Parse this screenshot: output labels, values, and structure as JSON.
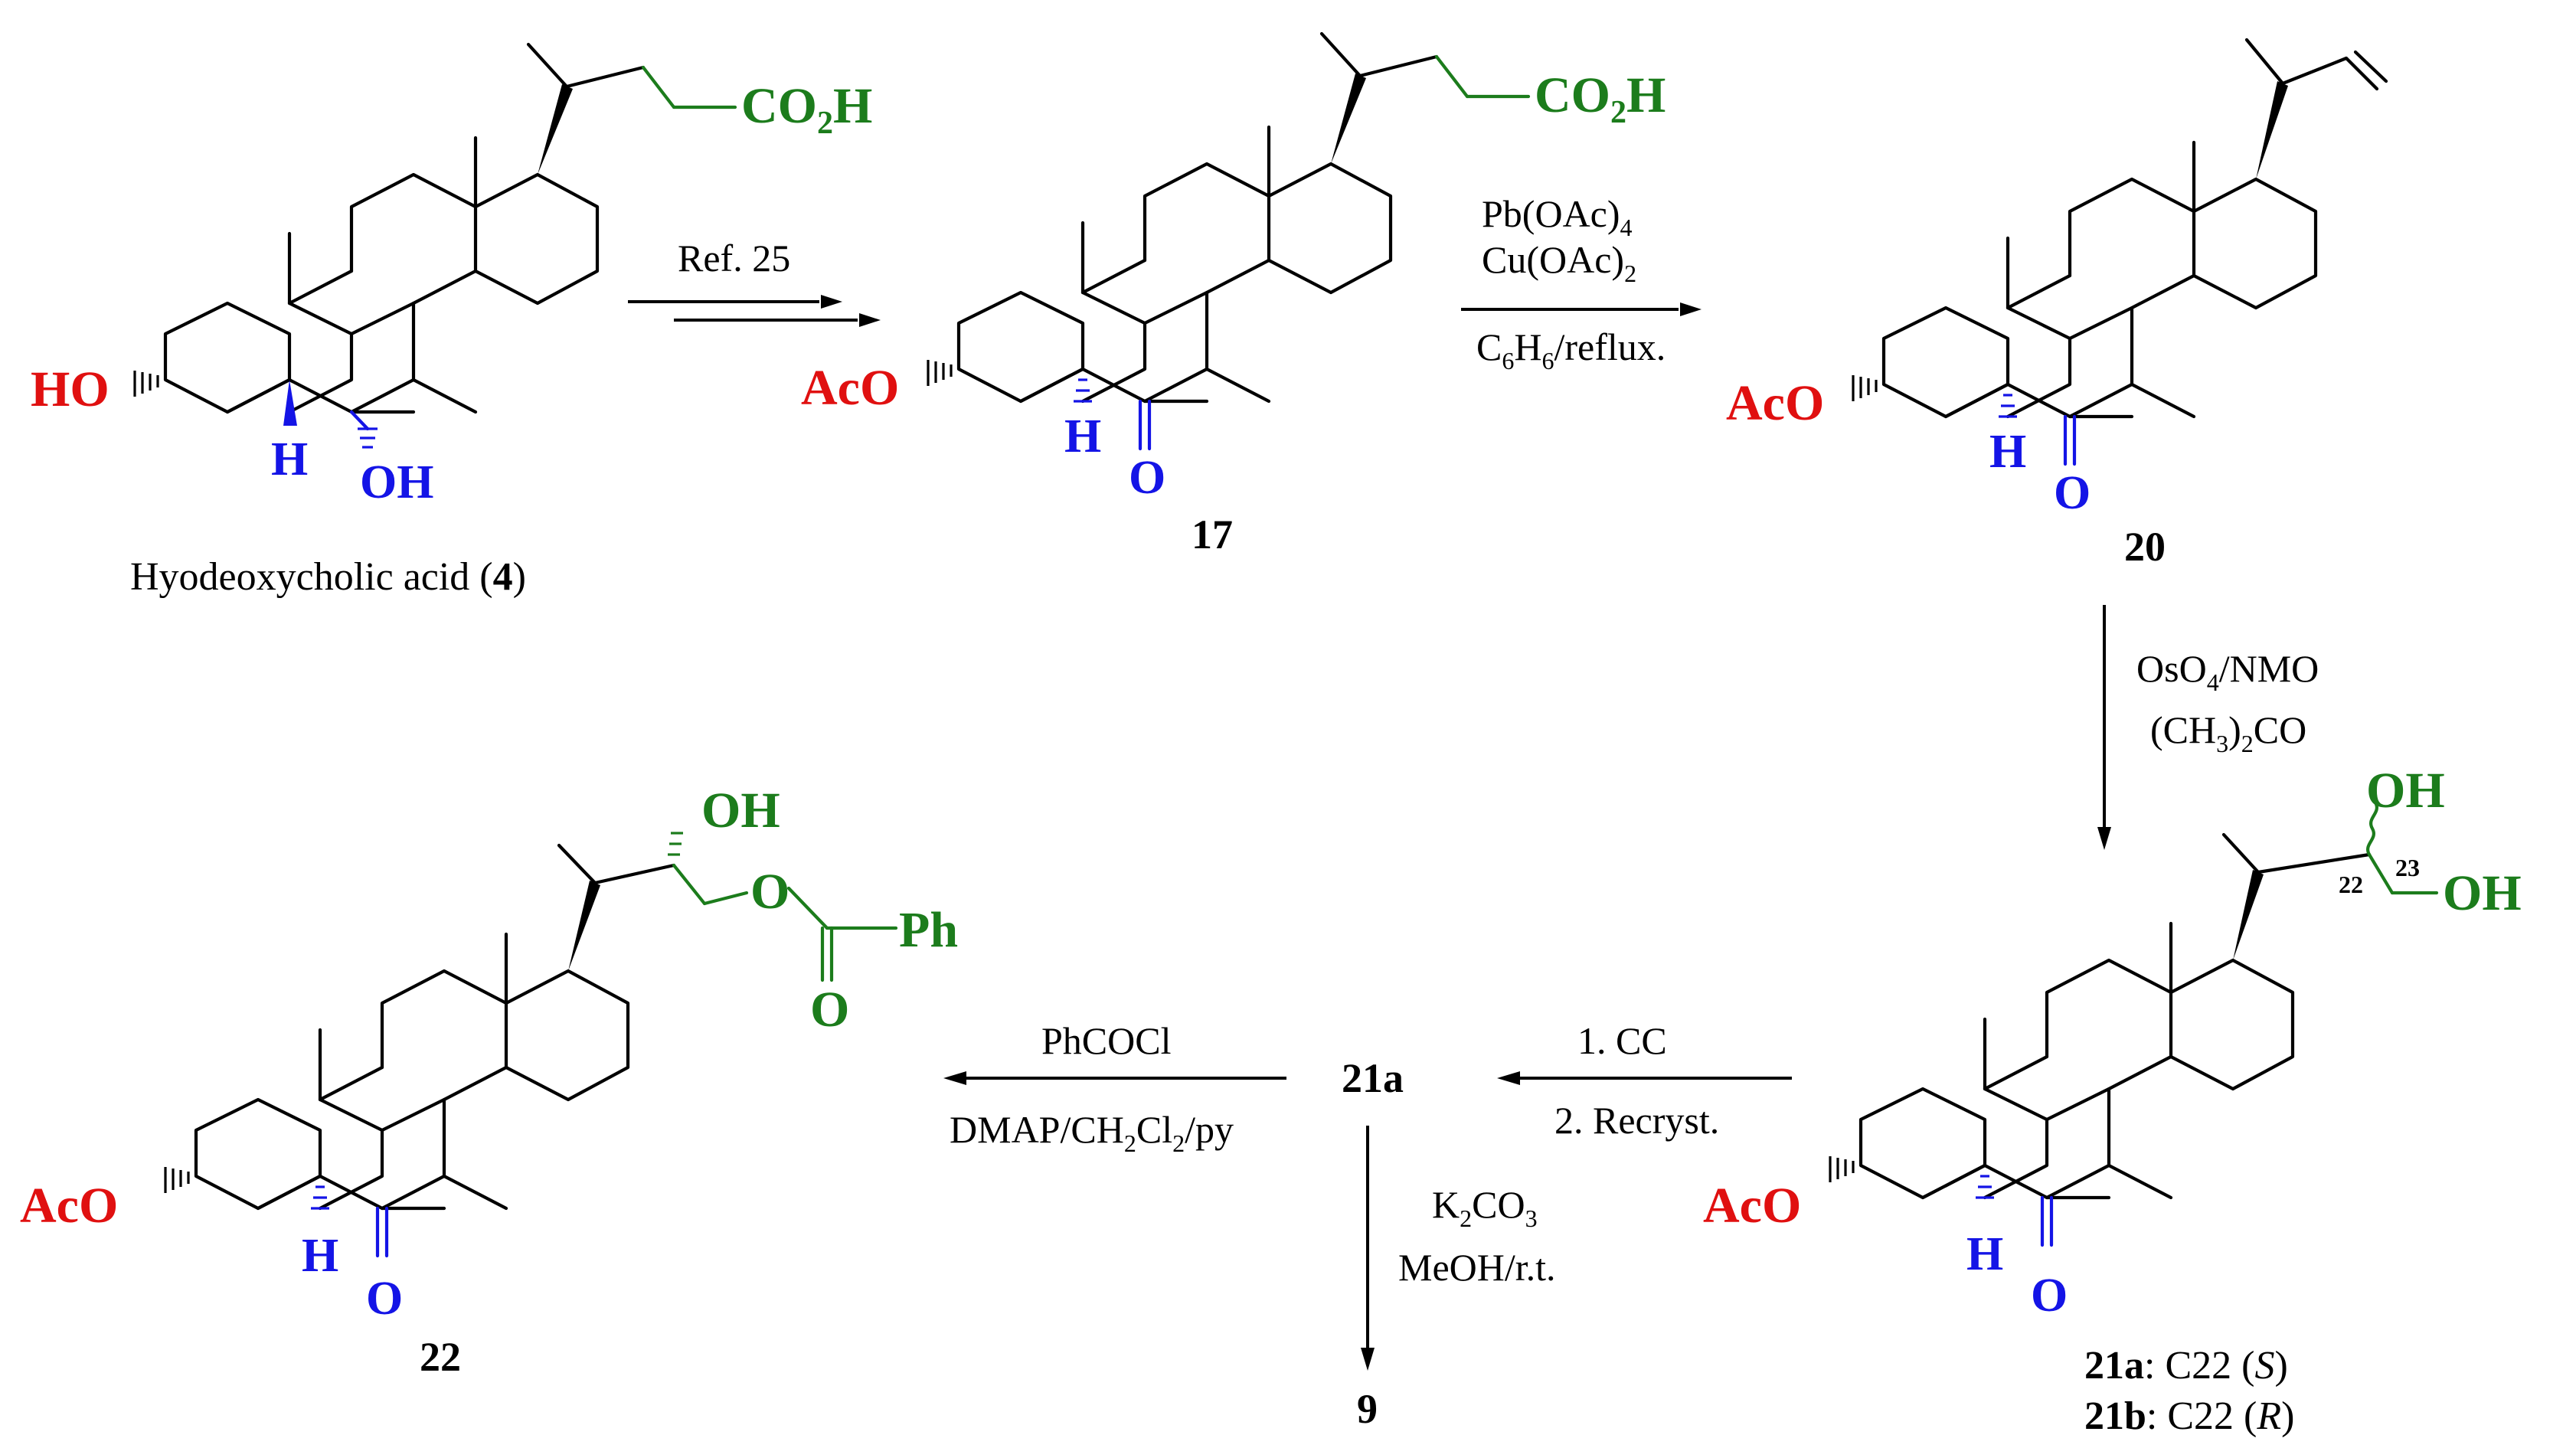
{
  "compounds": {
    "hdca": {
      "name": "Hyodeoxycholic acid (",
      "number": "4",
      "name_close": ")",
      "ho": "HO",
      "oh": "OH",
      "h": "H",
      "side_co": "CO",
      "side_sub": "2",
      "side_h": "H"
    },
    "c17": {
      "number": "17",
      "aco": "AcO",
      "h": "H",
      "o": "O",
      "side_co": "CO",
      "side_sub": "2",
      "side_h": "H"
    },
    "c20": {
      "number": "20",
      "aco": "AcO",
      "h": "H",
      "o": "O"
    },
    "c21": {
      "aco": "AcO",
      "h": "H",
      "o": "O",
      "oh_top": "OH",
      "oh_right": "OH",
      "pos22": "22",
      "pos23": "23",
      "legend_a_num": "21a",
      "legend_a_pre": ": C22 (",
      "legend_a_conf": "S",
      "legend_a_post": ")",
      "legend_b_num": "21b",
      "legend_b_pre": ": C22 (",
      "legend_b_conf": "R",
      "legend_b_post": ")"
    },
    "c22": {
      "number": "22",
      "aco": "AcO",
      "h": "H",
      "o": "O",
      "oh": "OH",
      "ester_o": "O",
      "ester_co": "O",
      "ph": "Ph"
    },
    "c21a_mid": {
      "number": "21a"
    },
    "c9": {
      "number": "9"
    }
  },
  "reactions": {
    "step1": {
      "label": "Ref. 25"
    },
    "step2": {
      "line1": "Pb(OAc)",
      "line1_sub": "4",
      "line2": "Cu(OAc)",
      "line2_sub": "2",
      "line3_a": "C",
      "line3_sub1": "6",
      "line3_b": "H",
      "line3_sub2": "6",
      "line3_c": "/reflux."
    },
    "step3": {
      "line1_a": "OsO",
      "line1_sub": "4",
      "line1_b": "/NMO",
      "line2_a": "(CH",
      "line2_sub": "3",
      "line2_b": ")",
      "line2_sub2": "2",
      "line2_c": "CO"
    },
    "step4": {
      "line1": "1. CC",
      "line2": "2. Recryst."
    },
    "step5": {
      "line1": "PhCOCl",
      "line2_a": "DMAP/CH",
      "line2_sub1": "2",
      "line2_b": "Cl",
      "line2_sub2": "2",
      "line2_c": "/py"
    },
    "step6": {
      "line1_a": "K",
      "line1_sub1": "2",
      "line1_b": "CO",
      "line1_sub2": "3",
      "line2": "MeOH/r.t."
    }
  }
}
